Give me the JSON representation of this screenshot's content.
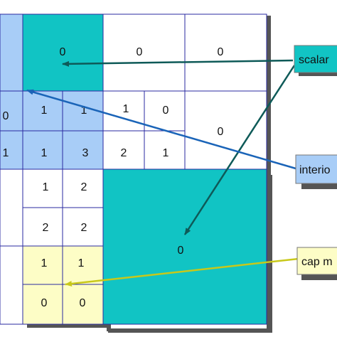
{
  "cells": [
    {
      "id": "top-center",
      "value": "0"
    },
    {
      "id": "top-right-a",
      "value": "0"
    },
    {
      "id": "top-right-b",
      "value": "0"
    },
    {
      "id": "r2-c0",
      "value": "0"
    },
    {
      "id": "r2-c1",
      "value": "1"
    },
    {
      "id": "r2-c2",
      "value": "1"
    },
    {
      "id": "r2-c3",
      "value": "1"
    },
    {
      "id": "r2-c4",
      "value": "0"
    },
    {
      "id": "right-mid",
      "value": "0"
    },
    {
      "id": "r3-c0",
      "value": "1"
    },
    {
      "id": "r3-c1",
      "value": "1"
    },
    {
      "id": "r3-c2",
      "value": "3"
    },
    {
      "id": "r3-c3",
      "value": "2"
    },
    {
      "id": "r3-c4",
      "value": "1"
    },
    {
      "id": "r4-c1",
      "value": "1"
    },
    {
      "id": "r4-c2",
      "value": "2"
    },
    {
      "id": "r5-c1",
      "value": "2"
    },
    {
      "id": "r5-c2",
      "value": "2"
    },
    {
      "id": "big-teal",
      "value": "0"
    },
    {
      "id": "cap-r1-c1",
      "value": "1"
    },
    {
      "id": "cap-r1-c2",
      "value": "1"
    },
    {
      "id": "cap-r2-c1",
      "value": "0"
    },
    {
      "id": "cap-r2-c2",
      "value": "0"
    }
  ],
  "labels": {
    "scalar": "scalar",
    "interior": "interio",
    "cap": "cap m"
  },
  "colors": {
    "grid_line": "#2a2aa0",
    "teal": "#11c4c4",
    "interior_blue": "#a8cdf7",
    "cap_yellow": "#fdfdc6",
    "shadow": "#555555",
    "arrow_scalar": "#0e5a58",
    "arrow_interior": "#1a64b8",
    "arrow_cap": "#c8c81a"
  }
}
